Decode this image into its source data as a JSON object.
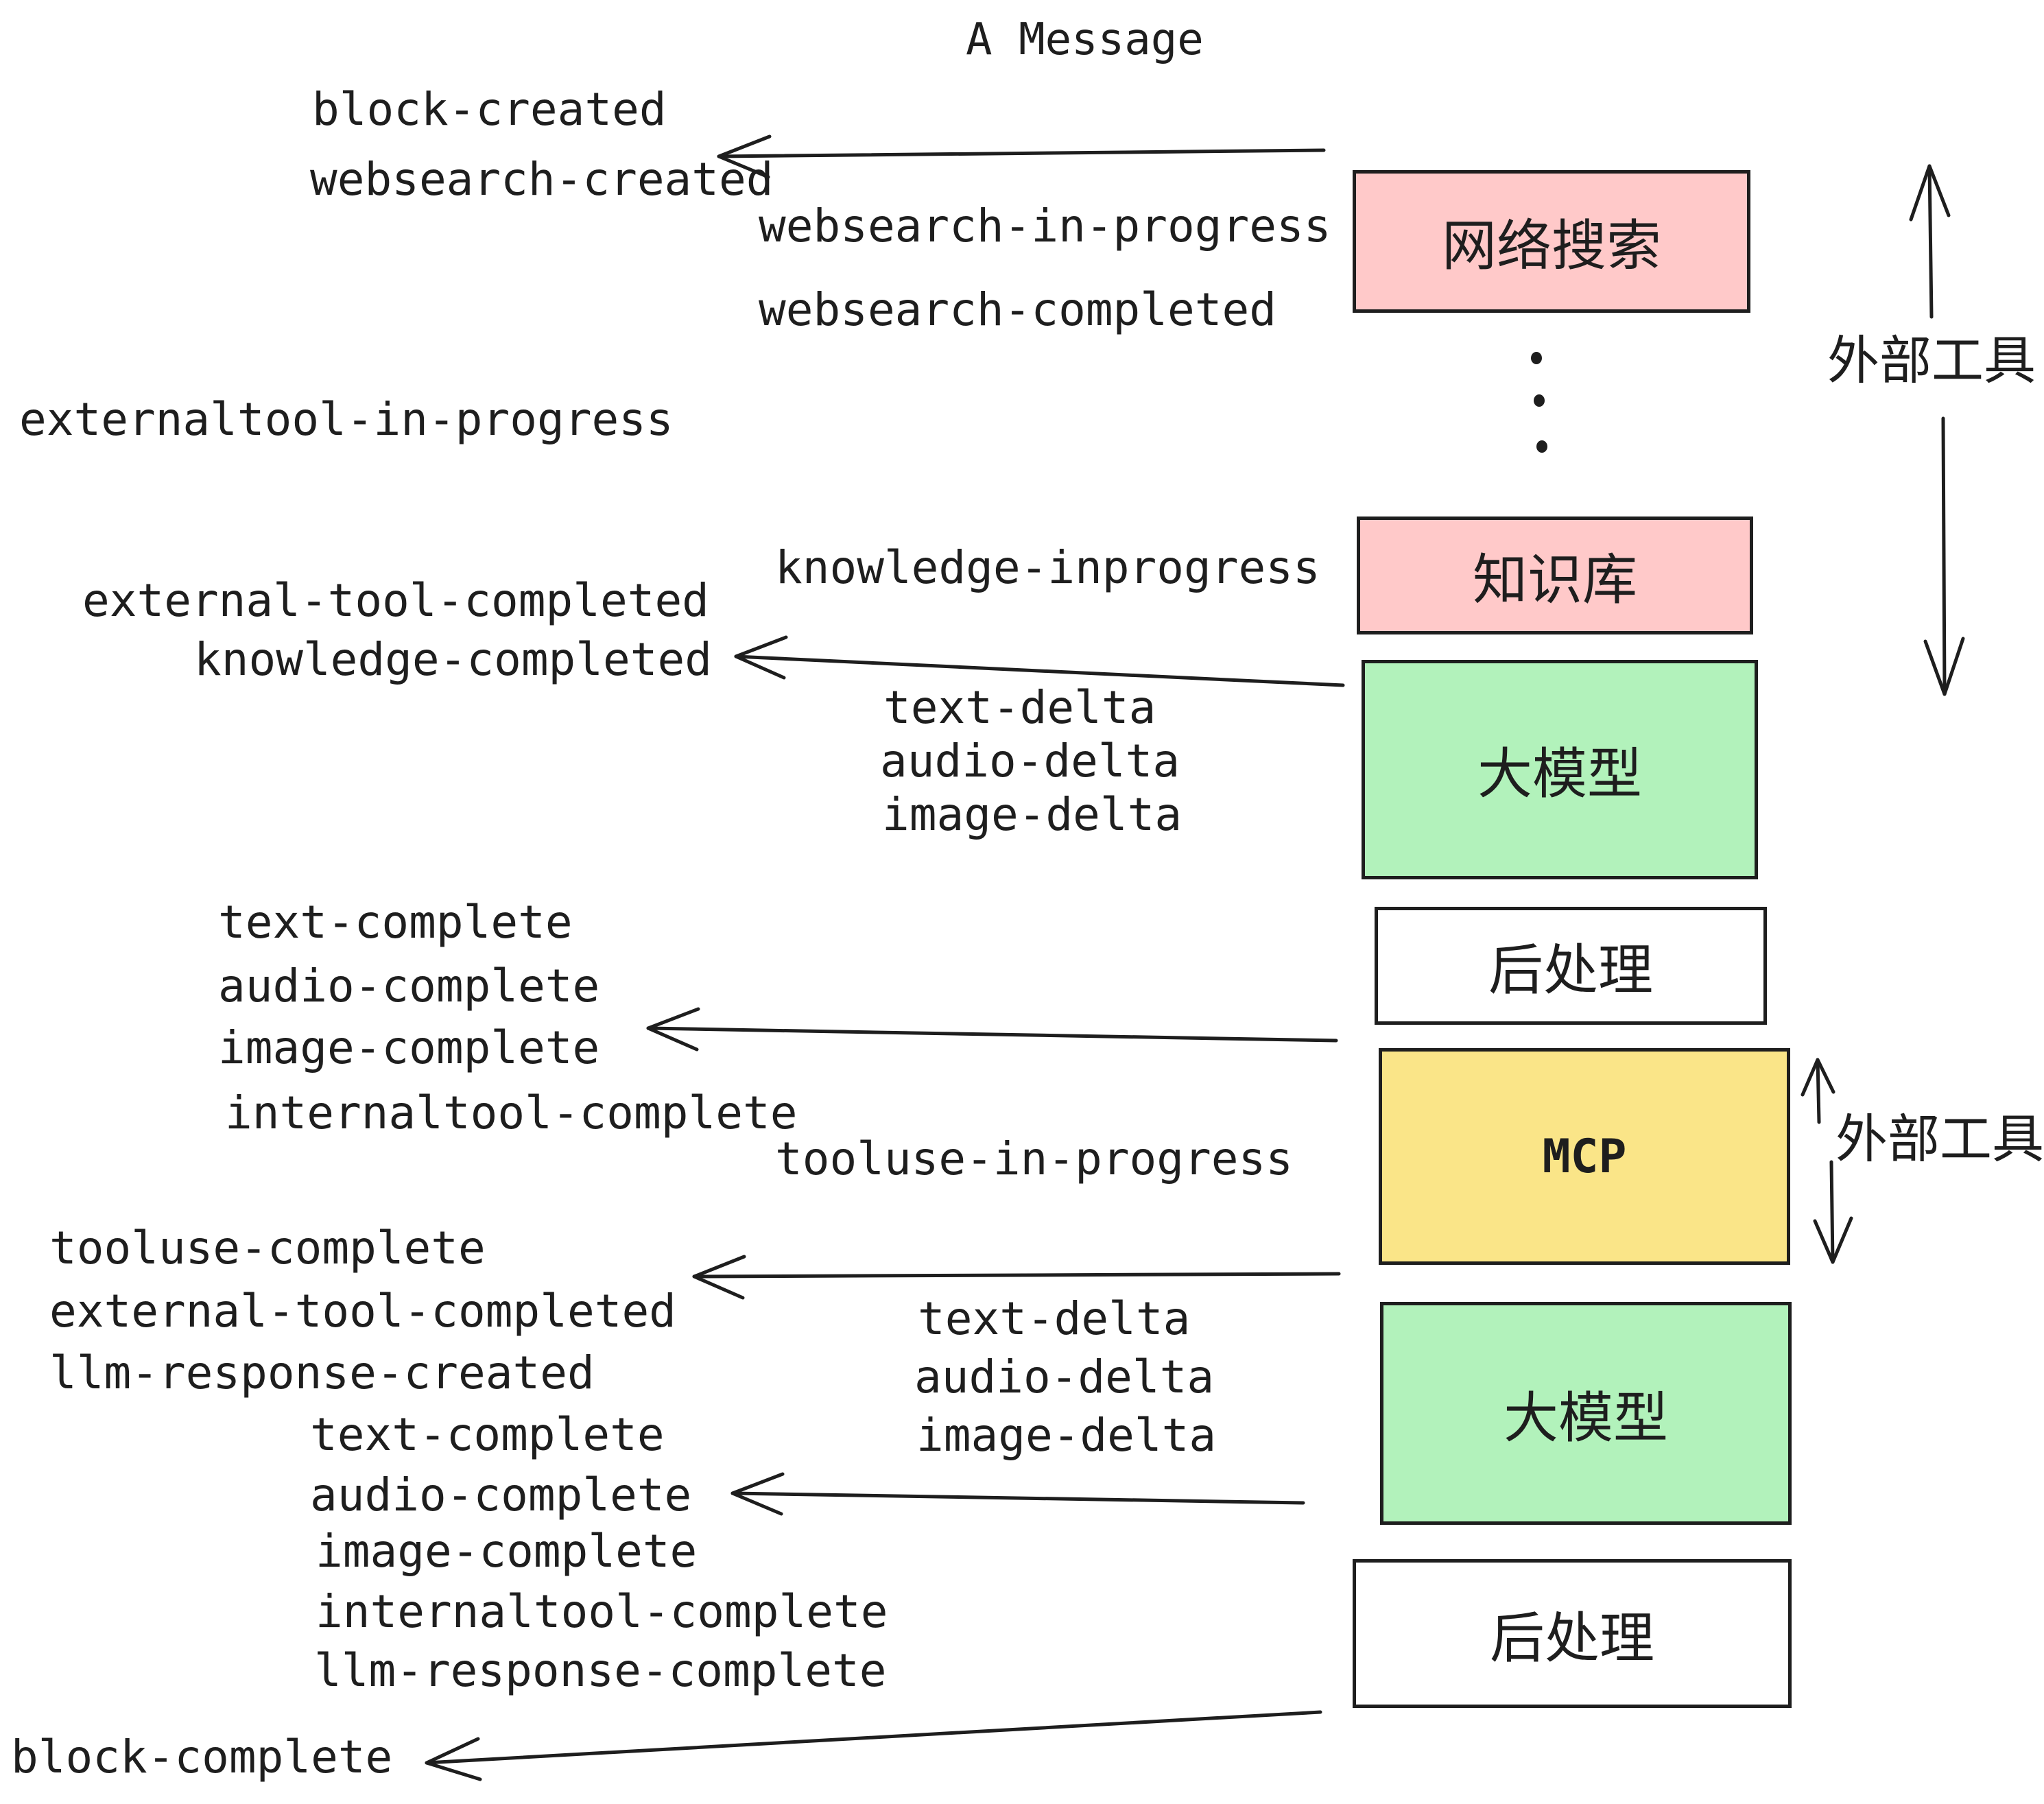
{
  "title": "A Message",
  "colors": {
    "stroke": "#1e1e1e",
    "box_pink": "#ffc9c9",
    "box_green": "#b2f2bb",
    "box_yellow": "#fae588",
    "box_white": "#ffffff",
    "background": "#ffffff"
  },
  "events": {
    "block_created": "block-created",
    "websearch_created": "websearch-created",
    "websearch_in_progress": "websearch-in-progress",
    "websearch_completed": "websearch-completed",
    "externaltool_in_progress": "externaltool-in-progress",
    "knowledge_inprogress": "knowledge-inprogress",
    "external_tool_completed": "external-tool-completed",
    "knowledge_completed": "knowledge-completed",
    "text_delta": "text-delta",
    "audio_delta": "audio-delta",
    "image_delta": "image-delta",
    "text_complete": "text-complete",
    "audio_complete": "audio-complete",
    "image_complete": "image-complete",
    "internaltool_complete": "internaltool-complete",
    "tooluse_in_progress": "tooluse-in-progress",
    "tooluse_complete": "tooluse-complete",
    "external_tool_completed_2": "external-tool-completed",
    "llm_response_created": "llm-response-created",
    "text_complete_2": "text-complete",
    "audio_complete_2": "audio-complete",
    "image_complete_2": "image-complete",
    "internaltool_complete_2": "internaltool-complete",
    "llm_response_complete": "llm-response-complete",
    "block_complete": "block-complete",
    "text_delta_2": "text-delta",
    "audio_delta_2": "audio-delta",
    "image_delta_2": "image-delta"
  },
  "boxes": {
    "websearch": "网络搜索",
    "knowledge": "知识库",
    "llm_top": "大模型",
    "post_top": "后处理",
    "mcp": "MCP",
    "llm_bottom": "大模型",
    "post_bottom": "后处理"
  },
  "annotations": {
    "external_tools_top": "外部工具",
    "external_tools_bottom": "外部工具"
  }
}
